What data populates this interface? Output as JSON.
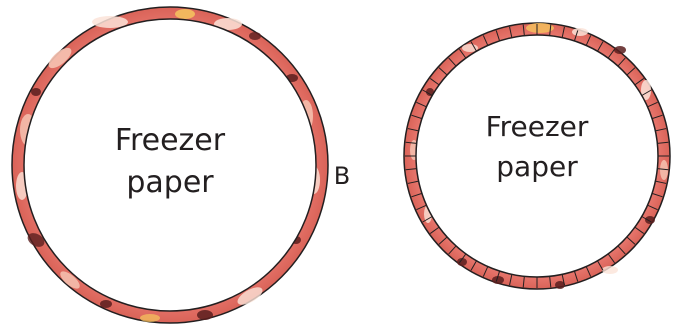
{
  "figure": {
    "left_circle": {
      "text_line1": "Freezer",
      "text_line2": "paper"
    },
    "right_circle": {
      "text_line1": "Freezer",
      "text_line2": "paper"
    },
    "callout_letter": "B"
  },
  "colors": {
    "fabric_base": "#e9786f",
    "fabric_light": "#f6c3b2",
    "fabric_pale": "#fbe3d8",
    "fabric_dark": "#5b1f1f",
    "fabric_gold": "#f4c05e",
    "outline": "#231f20",
    "paper_fill": "#ffffff"
  }
}
